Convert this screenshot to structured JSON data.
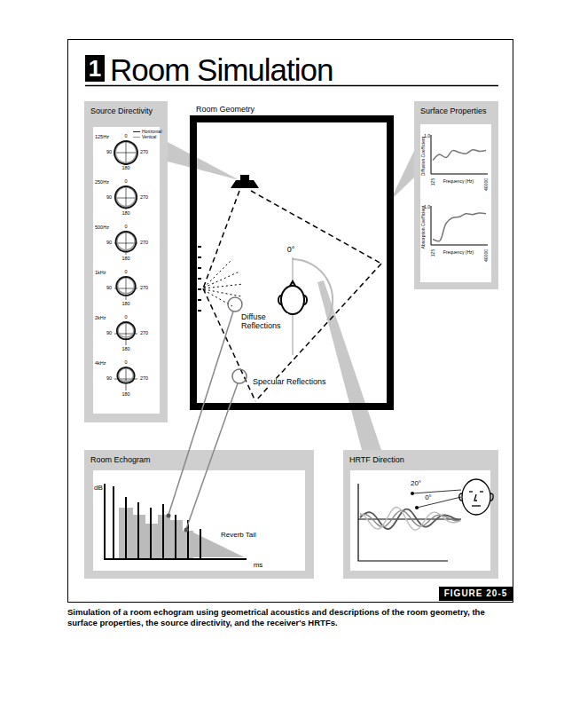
{
  "diagram": {
    "title": "Room Simulation",
    "caption": "Simulation of a room echogram using geometrical acoustics and descriptions of the room geometry, the surface properties, the source directivity, and the receiver's HRTFs.",
    "nodes": [
      {
        "text": [
          "Source Directivity"
        ]
      },
      {
        "text": [
          "Room Geometry"
        ]
      },
      {
        "text": [
          "Surface Properties"
        ]
      },
      {
        "text": [
          "Room Echogram"
        ]
      },
      {
        "text": [
          "HRTF Direction"
        ]
      }
    ],
    "labels": [
      "1",
      "125Hz",
      "0",
      "90",
      "270",
      "180",
      "250Hz",
      "0",
      "90",
      "270",
      "180",
      "500Hz",
      "0",
      "90",
      "270",
      "180",
      "1kHz",
      "0",
      "90",
      "270",
      "180",
      "2kHz",
      "0",
      "90",
      "270",
      "180",
      "4kHz",
      "0",
      "90",
      "270",
      "180",
      "0°",
      "Diffuse Reflections",
      "Specular Reflections",
      "1.0",
      "Diffusion Coefficient",
      "125",
      "Frequency (Hz)",
      "40000",
      "1.0",
      "Absorption Coefficient",
      "125",
      "Frequency (Hz)",
      "40000",
      "dB",
      "Reverb Tail",
      "ms",
      "20°",
      "0°",
      "FIGURE 20-5"
    ],
    "legend": [
      {
        "text": "Horizontal"
      },
      {
        "text": "Vertical"
      }
    ]
  }
}
